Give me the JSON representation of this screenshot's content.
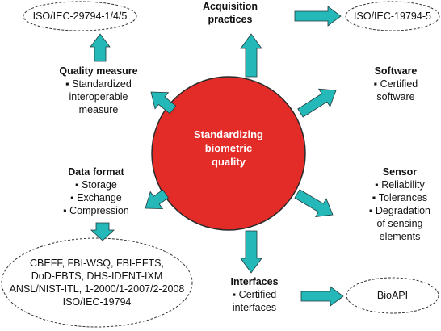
{
  "center": {
    "lines": [
      "Standardizing",
      "biometric",
      "quality"
    ]
  },
  "ovals": {
    "top_left": "ISO/IEC-29794-1/4/5",
    "top_right": "ISO/IEC-19794-5",
    "bottom_left": [
      "CBEFF, FBI-WSQ, FBI-EFTS,",
      "DoD-EBTS, DHS-IDENT-IXM",
      "ANSL/NIST-ITL, 1-2000/1-2007/2-2008",
      "ISO/IEC-19794"
    ],
    "bottom_right": "BioAPI"
  },
  "nodes": {
    "acquisition": {
      "title": [
        "Acquisition",
        "practices"
      ]
    },
    "quality_measure": {
      "title": "Quality measure",
      "items": [
        "Standardized",
        "interoperable",
        "measure"
      ]
    },
    "software": {
      "title": "Software",
      "items": [
        "Certified",
        "software"
      ]
    },
    "data_format": {
      "title": "Data format",
      "items": [
        "Storage",
        "Exchange",
        "Compression"
      ]
    },
    "sensor": {
      "title": "Sensor",
      "items": [
        "Reliability",
        "Tolerances",
        "Degradation",
        "of sensing",
        "elements"
      ]
    },
    "interfaces": {
      "title": "Interfaces",
      "items": [
        "Certified",
        "interfaces"
      ]
    }
  },
  "colors": {
    "circle_fill": "#e32b28",
    "circle_stroke": "#2a2a2a",
    "arrow_fill": "#25b8b8",
    "arrow_stroke": "#1f3a3a"
  }
}
